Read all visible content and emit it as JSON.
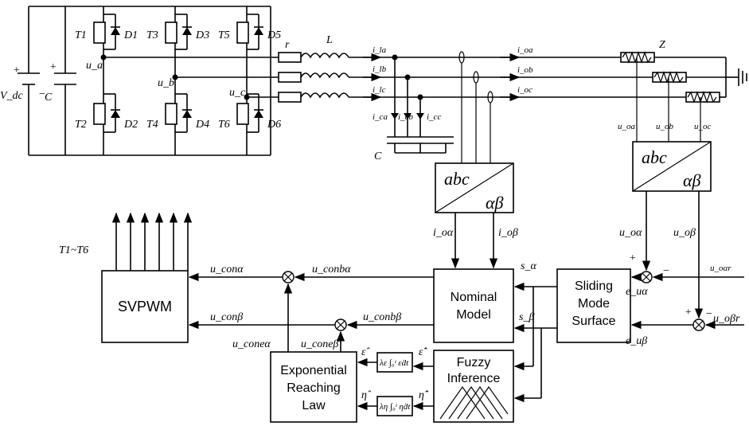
{
  "power_stage": {
    "dc_source": "V_dc",
    "dc_plus": "+",
    "dc_minus": "−",
    "dc_cap": "C",
    "cap_plus": "+",
    "switches": [
      "T1",
      "T2",
      "T3",
      "T4",
      "T5",
      "T6"
    ],
    "diodes": [
      "D1",
      "D2",
      "D3",
      "D4",
      "D5",
      "D6"
    ],
    "phase_voltages": [
      "u_a",
      "u_b",
      "u_c"
    ],
    "resistor": "r",
    "inductor": "L",
    "filter_cap": "C",
    "inductor_currents": [
      "i_la",
      "i_lb",
      "i_lc"
    ],
    "cap_currents": [
      "i_ca",
      "i_cb",
      "i_cc"
    ],
    "output_currents": [
      "i_oa",
      "i_ob",
      "i_oc"
    ],
    "load": "Z",
    "output_voltages": [
      "u_oa",
      "u_ob",
      "u_oc"
    ]
  },
  "blocks": {
    "current_transform": {
      "top": "abc",
      "bottom": "αβ"
    },
    "voltage_transform": {
      "top": "abc",
      "bottom": "αβ"
    },
    "svpwm": "SVPWM",
    "nominal_model": [
      "Nominal",
      "Model"
    ],
    "sliding_mode": [
      "Sliding",
      "Mode",
      "Surface"
    ],
    "fuzzy": [
      "Fuzzy",
      "Inference"
    ],
    "reaching_law": [
      "Exponential",
      "Reaching",
      "Law"
    ],
    "integrator_eps": "λε ∫₀ᵗ ε̇dt",
    "integrator_eta": "λη ∫₀ᵗ η̇dt"
  },
  "signals": {
    "switch_outputs": "T1~T6",
    "i_oalpha": "i_oα",
    "i_obeta": "i_oβ",
    "u_oalpha": "u_oα",
    "u_obeta": "u_oβ",
    "u_oalpha_ref": "u_oαr",
    "u_obeta_ref": "u_oβr",
    "e_ualpha": "e_uα",
    "e_ubeta": "e_uβ",
    "s_alpha": "s_α",
    "s_beta": "s_β",
    "u_conalpha": "u_conα",
    "u_conbeta": "u_conβ",
    "u_conbalpha": "u_conbα",
    "u_conbbeta": "u_conbβ",
    "u_conealpha": "u_coneα",
    "u_conebeta": "u_coneβ",
    "eps_hat": "ε̂",
    "eps_dot": "ε̂̇",
    "eta_hat": "η̂",
    "eta_dot": "η̂̇",
    "plus": "+",
    "minus": "−"
  }
}
